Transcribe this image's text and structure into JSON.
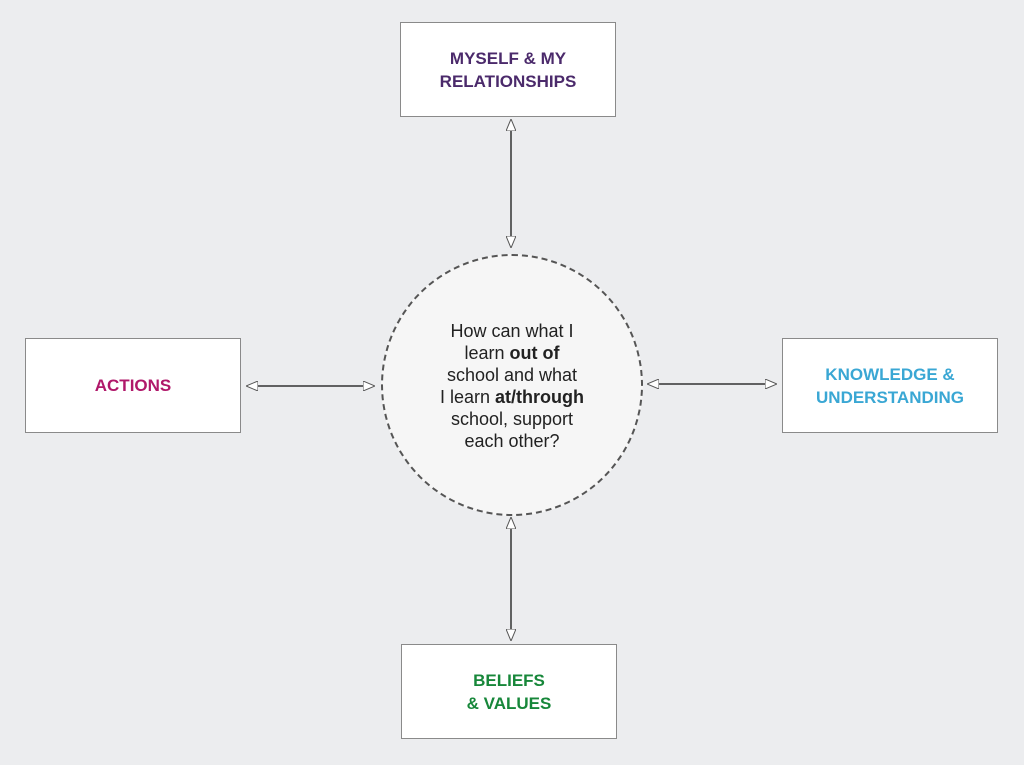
{
  "nodes": {
    "top": {
      "lines": [
        "MYSELF & MY",
        "RELATIONSHIPS"
      ],
      "color": "#4b2a6b"
    },
    "left": {
      "lines": [
        "ACTIONS"
      ],
      "color": "#b0186a"
    },
    "right": {
      "lines": [
        "KNOWLEDGE &",
        "UNDERSTANDING"
      ],
      "color": "#3aa7d4"
    },
    "bottom": {
      "lines": [
        "BELIEFS",
        "& VALUES"
      ],
      "color": "#17873a"
    }
  },
  "center": {
    "line1": "How can what I",
    "line2_pre": "learn ",
    "line2_bold": "out of",
    "line3": "school and what",
    "line4_pre": "I learn ",
    "line4_bold": "at/through",
    "line5": "school, support",
    "line6": "each other?"
  }
}
